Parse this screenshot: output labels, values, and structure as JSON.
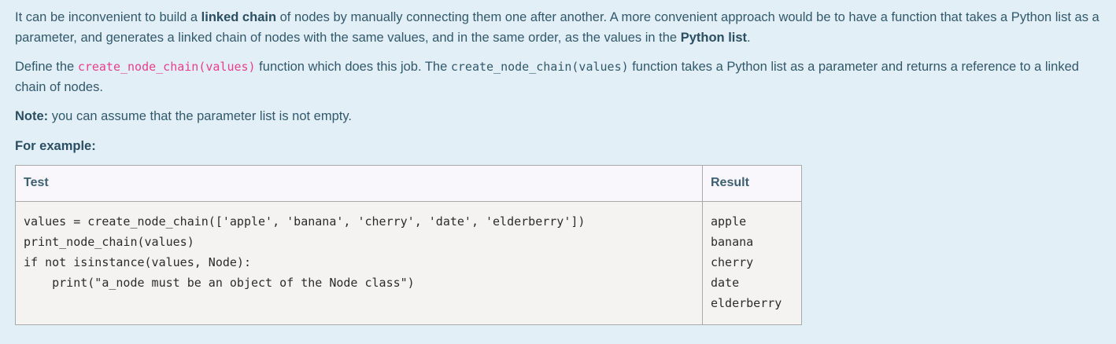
{
  "page": {
    "background_color": "#e2eff7",
    "text_color": "#31596b",
    "inline_code_color": "#e83e8c"
  },
  "paragraphs": {
    "intro": {
      "part1": "It can be inconvenient to build a ",
      "bold1": "linked chain",
      "part2": " of nodes by manually connecting them one after another.  A more convenient approach would be to have a function that takes a Python list as a parameter, and generates a linked chain of nodes with the same values, and in the same order, as the values in the ",
      "bold2": "Python list",
      "part3": "."
    },
    "define": {
      "part1": "Define the ",
      "code1": "create_node_chain(values)",
      "part2": " function which does this job. The ",
      "code2": "create_node_chain(values)",
      "part3": " function takes a Python list as a parameter and returns a reference to a linked chain of nodes."
    },
    "note": {
      "label": "Note:",
      "text": " you can assume that the parameter list is not empty."
    },
    "for_example": "For example:"
  },
  "example_table": {
    "headers": {
      "test": "Test",
      "result": "Result"
    },
    "rows": [
      {
        "test": "values = create_node_chain(['apple', 'banana', 'cherry', 'date', 'elderberry'])\nprint_node_chain(values)\nif not isinstance(values, Node):\n    print(\"a_node must be an object of the Node class\")",
        "result": "apple\nbanana\ncherry\ndate\nelderberry"
      }
    ]
  }
}
